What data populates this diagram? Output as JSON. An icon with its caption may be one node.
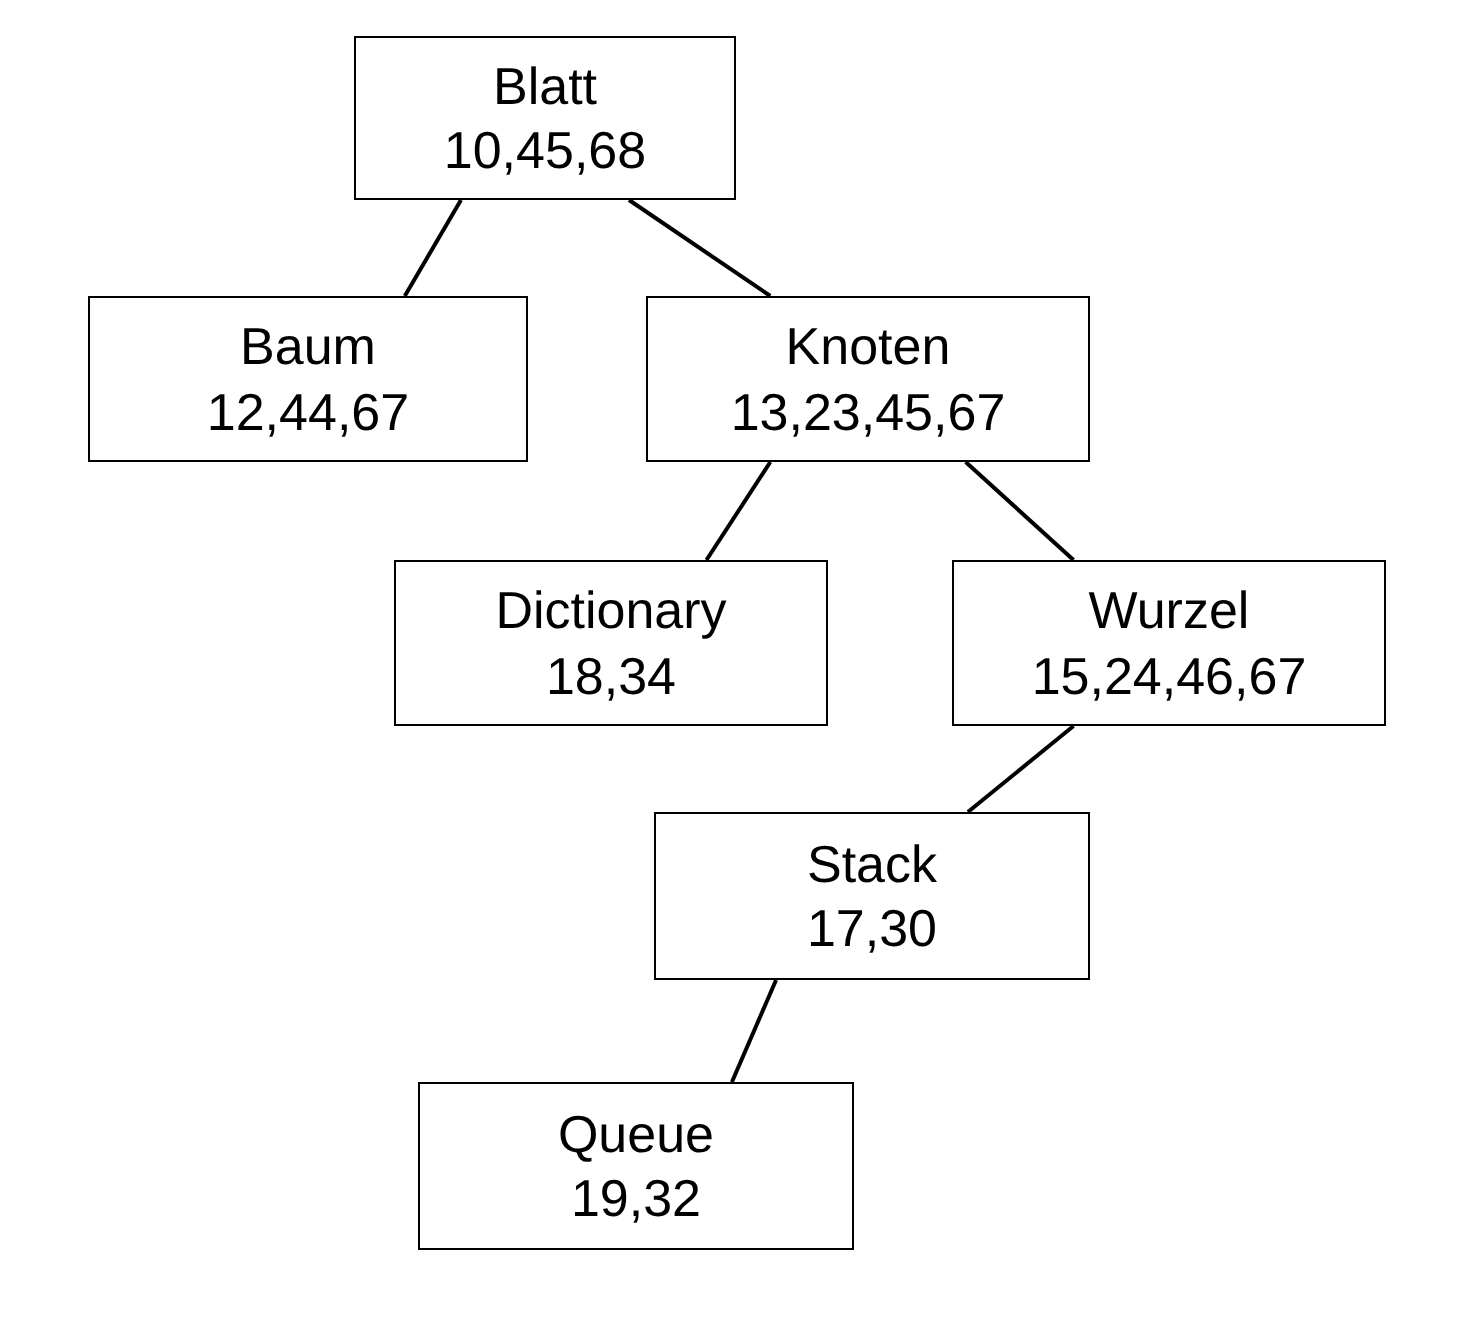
{
  "diagram": {
    "nodes": [
      {
        "text": [
          "Blatt",
          "10,45,68"
        ]
      },
      {
        "text": [
          "Baum",
          "12,44,67"
        ]
      },
      {
        "text": [
          "Knoten",
          "13,23,45,67"
        ]
      },
      {
        "text": [
          "Dictionary",
          "18,34"
        ]
      },
      {
        "text": [
          "Wurzel",
          "15,24,46,67"
        ]
      },
      {
        "text": [
          "Stack",
          "17,30"
        ]
      },
      {
        "text": [
          "Queue",
          "19,32"
        ]
      }
    ],
    "edges": [
      {
        "from": 0,
        "to": 1,
        "arrow": "none"
      },
      {
        "from": 0,
        "to": 2,
        "arrow": "none"
      },
      {
        "from": 2,
        "to": 3,
        "arrow": "none"
      },
      {
        "from": 2,
        "to": 4,
        "arrow": "none"
      },
      {
        "from": 4,
        "to": 5,
        "arrow": "none"
      },
      {
        "from": 5,
        "to": 6,
        "arrow": "none"
      }
    ]
  }
}
